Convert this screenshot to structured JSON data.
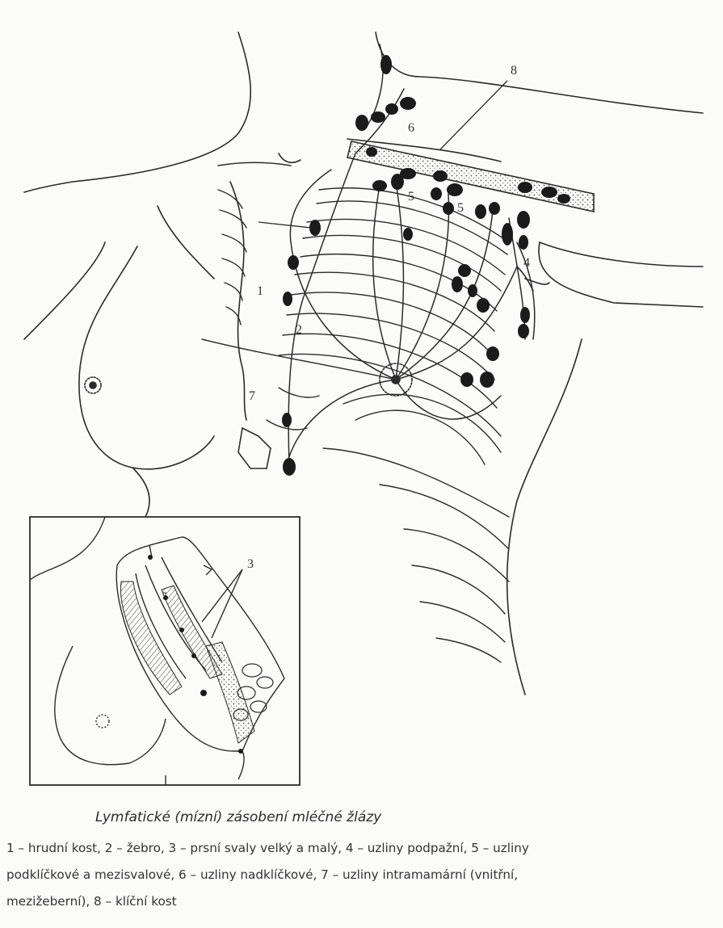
{
  "diagram": {
    "labels": {
      "l1": "1",
      "l2": "2",
      "l3": "3",
      "l4": "4",
      "l5a": "5",
      "l5b": "5",
      "l6": "6",
      "l7": "7",
      "l8": "8",
      "inset_l7": "7"
    }
  },
  "caption": {
    "title": "Lymfatické (mízní) zásobení mléčné žlázy",
    "legend_lines": [
      "1 – hrudní kost, 2 – žebro, 3 – prsní svaly velký a malý, 4 – uzliny podpažní, 5 – uzliny",
      "podklíčkové a mezisvalové, 6 – uzliny nadklíčkové, 7 – uzliny intramamární (vnitřní,",
      "mezižeberní), 8 – klíční kost"
    ]
  },
  "colors": {
    "line": "#2b2b2b",
    "node": "#1b1b1b",
    "background": "#fbfbf9"
  }
}
